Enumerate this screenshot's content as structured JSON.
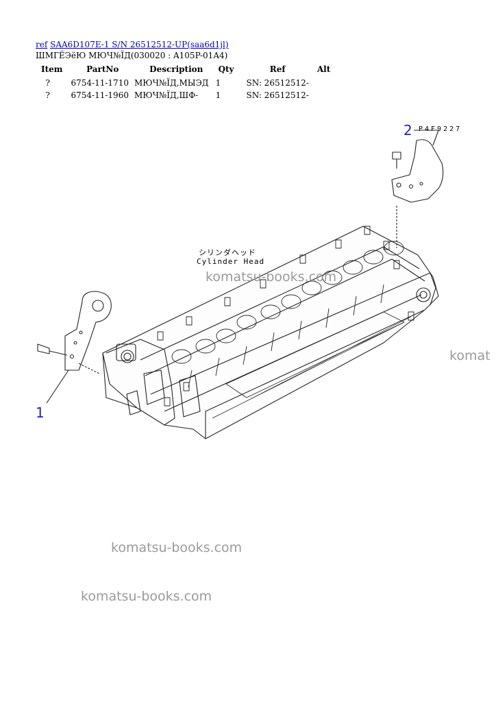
{
  "header": {
    "ref_link_text": "ref",
    "model_link_text": "SAA6D107E-1 S/N 26512512-UP(saa6d1jl)",
    "subtitle": "ШМГЁЭёЮ МЮЧ№ЇД(030020 : A105P-01A4)"
  },
  "table": {
    "columns": [
      "Item",
      "PartNo",
      "Description",
      "Qty",
      "Ref",
      "Alt"
    ],
    "rows": [
      {
        "item": "?",
        "partno": "6754-11-1710",
        "description": "МЮЧ№ЇД,МЫЭД",
        "qty": "1",
        "ref": "SN: 26512512-",
        "alt": ""
      },
      {
        "item": "?",
        "partno": "6754-11-1960",
        "description": "МЮЧ№ЇД,ШФ-",
        "qty": "1",
        "ref": "SN: 26512512-",
        "alt": ""
      }
    ]
  },
  "diagram": {
    "callouts": [
      "1",
      "2"
    ],
    "part_code": "P4F9227",
    "label_jp": "シリンダヘッド",
    "label_en": "Cylinder Head"
  },
  "watermarks": [
    "komatsu-books.com",
    "komat",
    "komatsu-books.com",
    "komatsu-books.com"
  ],
  "colors": {
    "link": "#0000cc",
    "callout": "#1a24c8",
    "watermark": "#9a9a9a"
  }
}
